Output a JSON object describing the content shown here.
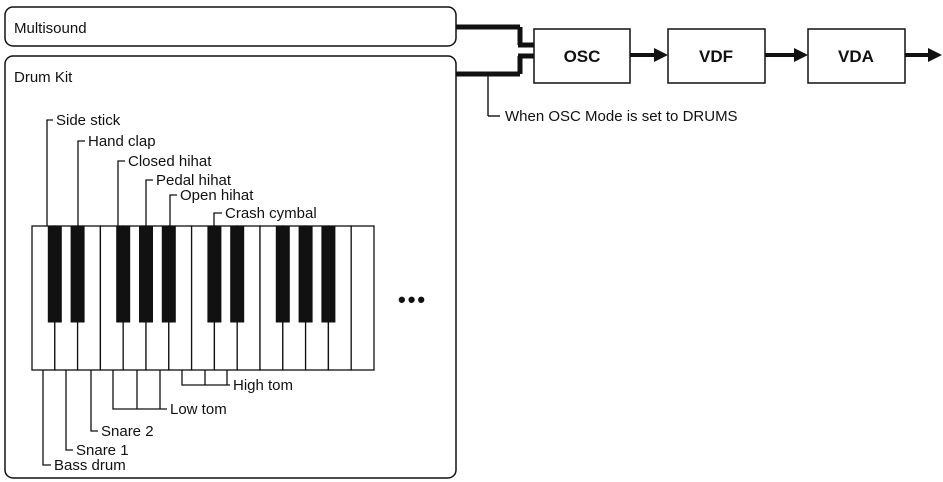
{
  "multisound": {
    "label": "Multisound"
  },
  "drumkit": {
    "label": "Drum Kit",
    "more": "•••"
  },
  "blocks": [
    "OSC",
    "VDF",
    "VDA"
  ],
  "note": "When OSC Mode is set to DRUMS",
  "top_labels": [
    "Side stick",
    "Hand clap",
    "Closed hihat",
    "Pedal hihat",
    "Open hihat",
    "Crash cymbal"
  ],
  "bottom_labels": [
    "High tom",
    "Low tom",
    "Snare 2",
    "Snare 1",
    "Bass drum"
  ]
}
